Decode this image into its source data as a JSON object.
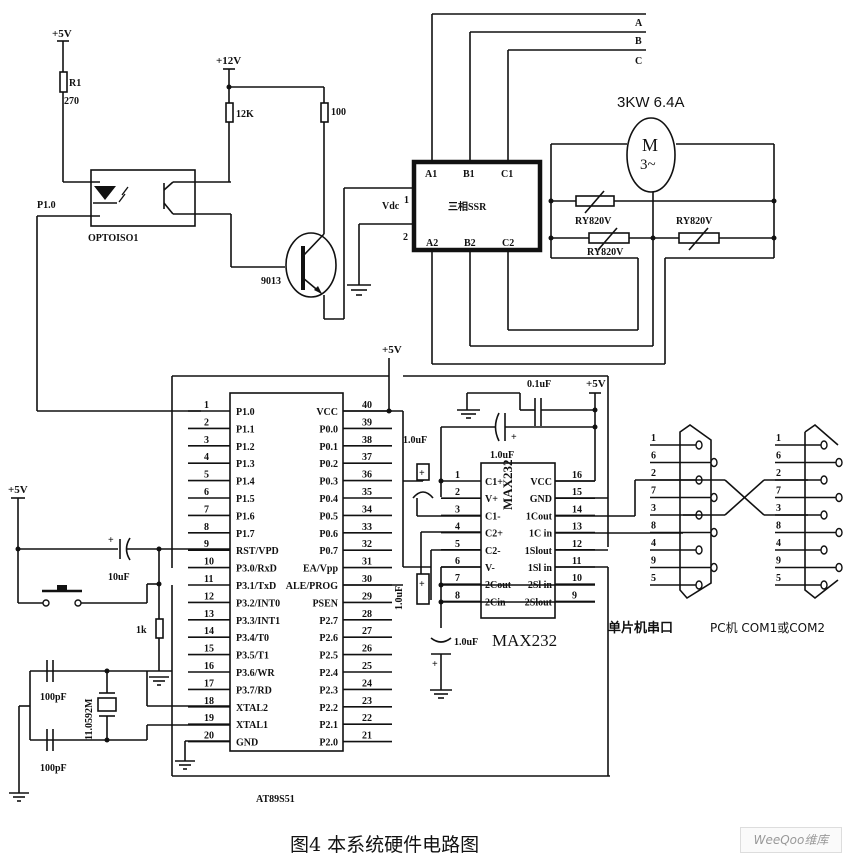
{
  "caption": "图4  本系统硬件电路图",
  "watermark": "WeeQoo维库",
  "power_labels": {
    "opto_vcc": "+5V",
    "transistor_vcc": "+12V",
    "mcu_vcc": "+5V",
    "reset_vcc": "+5V",
    "max232_vcc": "+5V"
  },
  "optocoupler": {
    "name": "OPTOISO1",
    "input_signal": "P1.0",
    "r_input_ref": "R1",
    "r_input_value": "270",
    "r_pullup_value": "12K",
    "r_collector_value": "100",
    "transistor": "9013"
  },
  "ssr": {
    "name": "三相SSR",
    "control_label": "Vdc",
    "pin_plus": "1",
    "pin_minus": "2",
    "terminals_top": [
      "A1",
      "B1",
      "C1"
    ],
    "terminals_bottom": [
      "A2",
      "B2",
      "C2"
    ]
  },
  "three_phase": [
    "A",
    "B",
    "C"
  ],
  "motor": {
    "rating": "3KW  6.4A",
    "symbol": "M",
    "phase": "3~",
    "varistors": [
      "RY820V",
      "RY820V",
      "RY820V"
    ]
  },
  "mcu": {
    "name": "AT89S51",
    "left_pins": [
      {
        "num": "1",
        "label": "P1.0"
      },
      {
        "num": "2",
        "label": "P1.1"
      },
      {
        "num": "3",
        "label": "P1.2"
      },
      {
        "num": "4",
        "label": "P1.3"
      },
      {
        "num": "5",
        "label": "P1.4"
      },
      {
        "num": "6",
        "label": "P1.5"
      },
      {
        "num": "7",
        "label": "P1.6"
      },
      {
        "num": "8",
        "label": "P1.7"
      },
      {
        "num": "9",
        "label": "RST/VPD"
      },
      {
        "num": "10",
        "label": "P3.0/RxD"
      },
      {
        "num": "11",
        "label": "P3.1/TxD"
      },
      {
        "num": "12",
        "label": "P3.2/INT0"
      },
      {
        "num": "13",
        "label": "P3.3/INT1"
      },
      {
        "num": "14",
        "label": "P3.4/T0"
      },
      {
        "num": "15",
        "label": "P3.5/T1"
      },
      {
        "num": "16",
        "label": "P3.6/WR"
      },
      {
        "num": "17",
        "label": "P3.7/RD"
      },
      {
        "num": "18",
        "label": "XTAL2"
      },
      {
        "num": "19",
        "label": "XTAL1"
      },
      {
        "num": "20",
        "label": "GND"
      }
    ],
    "right_pins": [
      {
        "num": "40",
        "label": "VCC"
      },
      {
        "num": "39",
        "label": "P0.0"
      },
      {
        "num": "38",
        "label": "P0.1"
      },
      {
        "num": "37",
        "label": "P0.2"
      },
      {
        "num": "36",
        "label": "P0.3"
      },
      {
        "num": "35",
        "label": "P0.4"
      },
      {
        "num": "34",
        "label": "P0.5"
      },
      {
        "num": "33",
        "label": "P0.6"
      },
      {
        "num": "32",
        "label": "P0.7"
      },
      {
        "num": "31",
        "label": "EA/Vpp"
      },
      {
        "num": "30",
        "label": "ALE/PROG"
      },
      {
        "num": "29",
        "label": "PSEN"
      },
      {
        "num": "28",
        "label": "P2.7"
      },
      {
        "num": "27",
        "label": "P2.6"
      },
      {
        "num": "26",
        "label": "P2.5"
      },
      {
        "num": "25",
        "label": "P2.4"
      },
      {
        "num": "24",
        "label": "P2.3"
      },
      {
        "num": "23",
        "label": "P2.2"
      },
      {
        "num": "22",
        "label": "P2.1"
      },
      {
        "num": "21",
        "label": "P2.0"
      }
    ]
  },
  "reset_circuit": {
    "cap": "10uF",
    "resistor": "1k"
  },
  "crystal": {
    "freq": "11.0592M",
    "cap_top": "100pF",
    "cap_bottom": "100pF"
  },
  "max232": {
    "name": "MAX232",
    "body_label": "MAX232",
    "caps": {
      "bypass": "0.1uF",
      "c_top": "1.0uF",
      "c_left": "1.0uF",
      "c_mid": "1.0uF",
      "c_bottom": "1.0uF"
    },
    "left_pins": [
      {
        "num": "1",
        "label": "C1+"
      },
      {
        "num": "2",
        "label": "V+"
      },
      {
        "num": "3",
        "label": "C1-"
      },
      {
        "num": "4",
        "label": "C2+"
      },
      {
        "num": "5",
        "label": "C2-"
      },
      {
        "num": "6",
        "label": "V-"
      },
      {
        "num": "7",
        "label": "2Cout"
      },
      {
        "num": "8",
        "label": "2Cin"
      }
    ],
    "right_pins": [
      {
        "num": "16",
        "label": "VCC"
      },
      {
        "num": "15",
        "label": "GND"
      },
      {
        "num": "14",
        "label": "1Cout"
      },
      {
        "num": "13",
        "label": "1C in"
      },
      {
        "num": "12",
        "label": "1Slout"
      },
      {
        "num": "11",
        "label": "1Sl in"
      },
      {
        "num": "10",
        "label": "2Sl in"
      },
      {
        "num": "9",
        "label": "2Slout"
      }
    ]
  },
  "db9": {
    "mcu_port_label": "单片机串口",
    "pc_port_label": "PC机 COM1或COM2",
    "pin_order": [
      "1",
      "6",
      "2",
      "7",
      "3",
      "8",
      "4",
      "9",
      "5"
    ]
  }
}
